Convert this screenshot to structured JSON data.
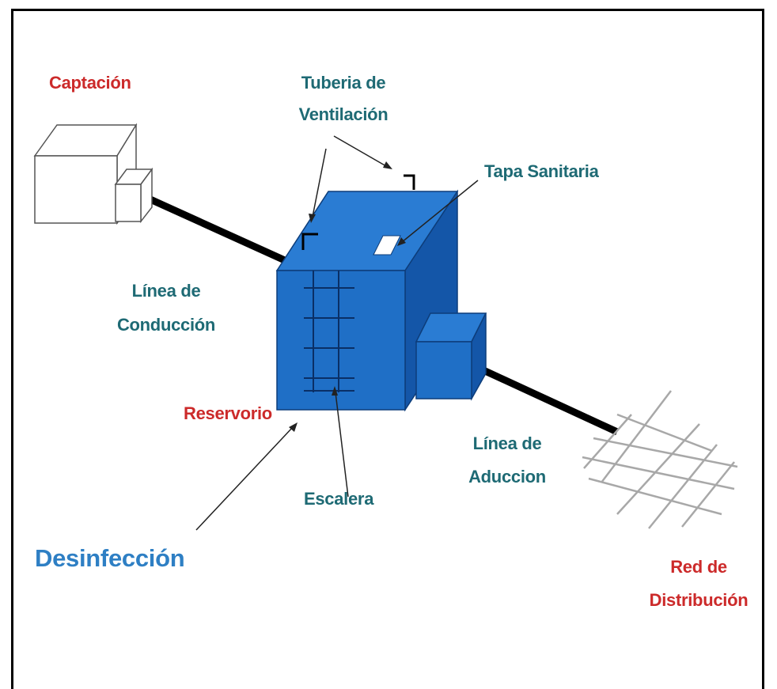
{
  "labels": {
    "captacion": "Captación",
    "tuberia_l1": "Tuberia de",
    "tuberia_l2": "Ventilación",
    "tapa": "Tapa Sanitaria",
    "linea_cond_l1": "Línea de",
    "linea_cond_l2": "Conducción",
    "reservorio": "Reservorio",
    "escalera": "Escalera",
    "linea_aduc_l1": "Línea de",
    "linea_aduc_l2": "Aduccion",
    "desinfeccion": "Desinfección",
    "red_l1": "Red de",
    "red_l2": "Distribución"
  },
  "colors": {
    "tank_front": "#1f6fc6",
    "tank_top": "#2a7cd3",
    "tank_side": "#1456a8",
    "label_red": "#cc2a2a",
    "label_teal": "#1e6a74",
    "label_blue": "#2e7fc4"
  }
}
